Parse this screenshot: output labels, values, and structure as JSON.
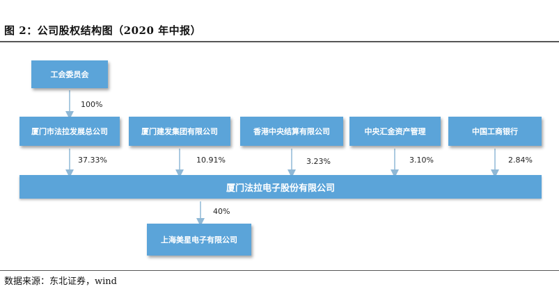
{
  "figure": {
    "title": "图 2：公司股权结构图（2020 年中报）",
    "source": "数据来源：东北证券，wind"
  },
  "diagram": {
    "top_node": "工会委员会",
    "top_link_pct": "100%",
    "shareholders": [
      {
        "name": "厦门市法拉发展总公司",
        "pct": "37.33%"
      },
      {
        "name": "厦门建发集团有限公司",
        "pct": "10.91%"
      },
      {
        "name": "香港中央结算有限公司",
        "pct": "3.23%"
      },
      {
        "name": "中央汇金资产管理",
        "pct": "3.10%"
      },
      {
        "name": "中国工商银行",
        "pct": "2.84%"
      }
    ],
    "company": "厦门法拉电子股份有限公司",
    "subsidiary": {
      "name": "上海美星电子有限公司",
      "pct": "40%"
    }
  },
  "colors": {
    "box_fill": "#5ba4d9",
    "arrow": "#8fb8d6"
  }
}
